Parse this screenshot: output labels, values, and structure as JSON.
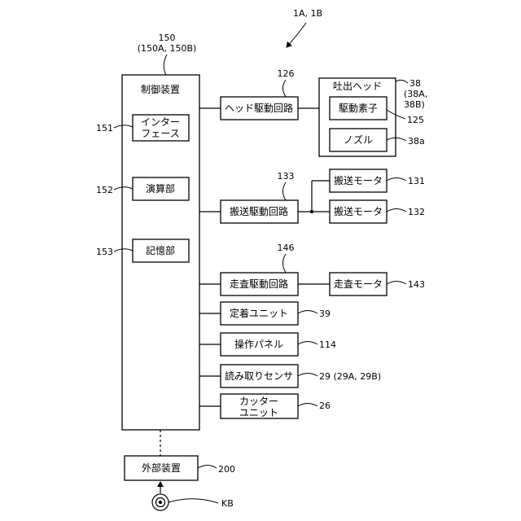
{
  "figure": {
    "ref": "1A, 1B",
    "controller": {
      "ref": "150",
      "ref_sub": "(150A, 150B)",
      "title": "制御装置",
      "interface": {
        "line1": "インター",
        "line2": "フェース",
        "ref": "151"
      },
      "arithmetic": {
        "label": "演算部",
        "ref": "152"
      },
      "memory": {
        "label": "記憶部",
        "ref": "153"
      }
    },
    "head_drive": {
      "label": "ヘッド駆動回路",
      "ref": "126"
    },
    "ejection_head": {
      "label": "吐出ヘッド",
      "ref": "38",
      "ref_sub1": "(38A,",
      "ref_sub2": "38B)",
      "element": {
        "label": "駆動素子",
        "ref": "125"
      },
      "nozzle": {
        "label": "ノズル",
        "ref": "38a"
      }
    },
    "conveyance_drive": {
      "label": "搬送駆動回路",
      "ref": "133"
    },
    "conveyance_motor_1": {
      "label": "搬送モータ",
      "ref": "131"
    },
    "conveyance_motor_2": {
      "label": "搬送モータ",
      "ref": "132"
    },
    "scan_drive": {
      "label": "走査駆動回路",
      "ref": "146"
    },
    "scan_motor": {
      "label": "走査モータ",
      "ref": "143"
    },
    "fixing_unit": {
      "label": "定着ユニット",
      "ref": "39"
    },
    "operation_panel": {
      "label": "操作パネル",
      "ref": "114"
    },
    "read_sensor": {
      "label": "読み取りセンサ",
      "ref": "29 (29A, 29B)"
    },
    "cutter_unit": {
      "line1": "カッター",
      "line2": "ユニット",
      "ref": "26"
    },
    "external_device": {
      "label": "外部装置",
      "ref": "200"
    },
    "keyboard": {
      "ref": "KB"
    }
  }
}
